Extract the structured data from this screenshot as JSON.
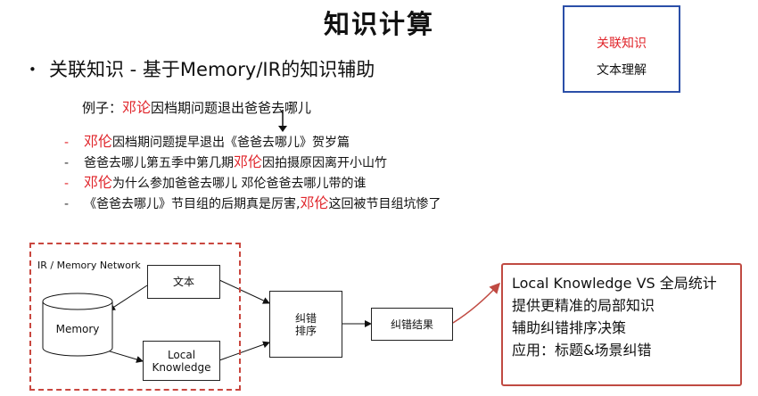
{
  "title": "知识计算",
  "topic_box": {
    "line1": "关联知识",
    "line2": "文本理解"
  },
  "heading": "关联知识 - 基于Memory/IR的知识辅助",
  "example": {
    "prefix": "例子：",
    "highlight": "邓论",
    "rest": "因档期问题退出爸爸去哪儿"
  },
  "results": [
    {
      "before": "",
      "highlight": "邓伦",
      "after": "因档期问题提早退出《爸爸去哪儿》贺岁篇",
      "dash_color": "red"
    },
    {
      "before": "爸爸去哪儿第五季中第几期",
      "highlight": "邓伦",
      "after": "因拍摄原因离开小山竹",
      "dash_color": "gray"
    },
    {
      "before": "",
      "highlight": "邓伦",
      "after": "为什么参加爸爸去哪儿 邓伦爸爸去哪儿带的谁",
      "dash_color": "red"
    },
    {
      "before": "《爸爸去哪儿》节目组的后期真是厉害,",
      "highlight": "邓伦",
      "after": "这回被节目组坑惨了",
      "dash_color": "gray"
    }
  ],
  "diagram": {
    "network_label": "IR / Memory Network",
    "text_box": "文本",
    "memory": "Memory",
    "local_knowledge": "Local\nKnowledge",
    "correct_sort": "纠错\n排序",
    "correct_result": "纠错结果"
  },
  "callout": [
    "Local Knowledge VS 全局统计",
    "提供更精准的局部知识",
    "辅助纠错排序决策",
    "应用：标题&场景纠错"
  ]
}
